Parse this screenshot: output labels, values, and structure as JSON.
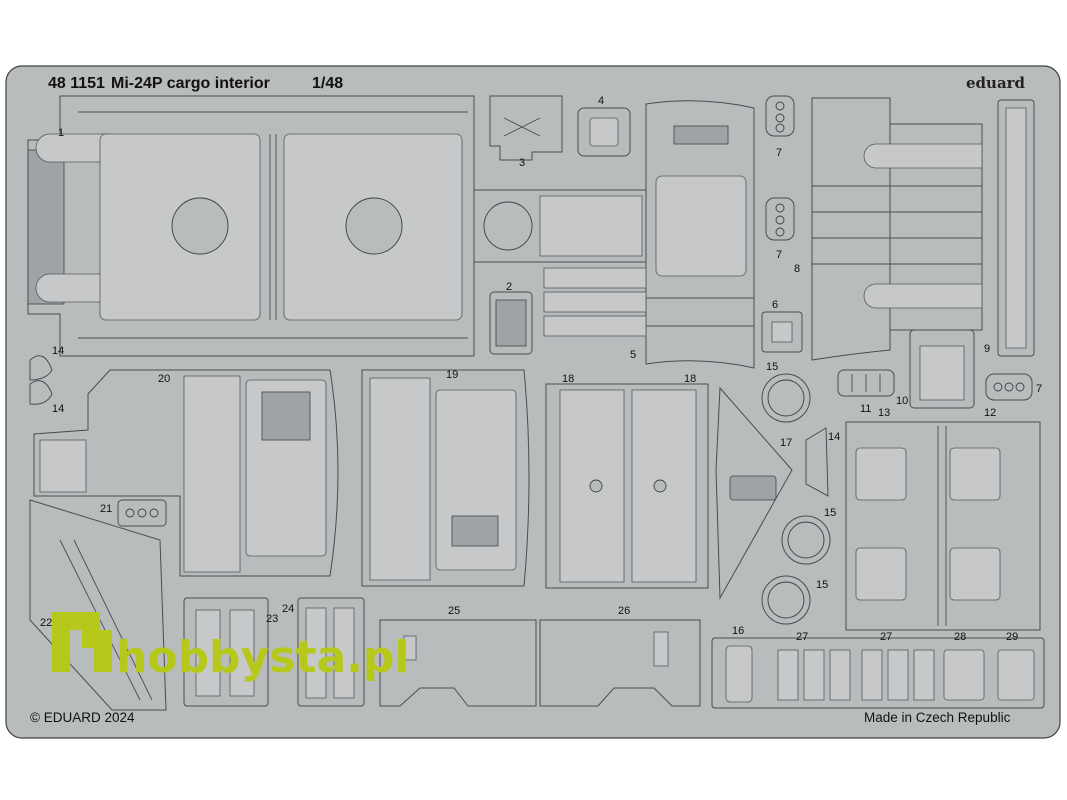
{
  "header": {
    "product_code": "48 1151",
    "title": "Mi-24P cargo interior",
    "scale": "1/48"
  },
  "brand": "eduard",
  "footer": {
    "copyright": "© EDUARD 2024",
    "origin": "Made in Czech Republic"
  },
  "watermark": {
    "text": "hobbysta.pl",
    "color": "#b6c81a"
  },
  "colors": {
    "fret": "#b9bcbd",
    "outline": "#4a4d4f"
  },
  "part_numbers": {
    "p1": "1",
    "p2": "2",
    "p3": "3",
    "p4": "4",
    "p5": "5",
    "p6": "6",
    "p7a": "7",
    "p7b": "7",
    "p7c": "7",
    "p8": "8",
    "p9": "9",
    "p10": "10",
    "p11": "11",
    "p12": "12",
    "p13": "13",
    "p14a": "14",
    "p14b": "14",
    "p14c": "14",
    "p15a": "15",
    "p15b": "15",
    "p15c": "15",
    "p16": "16",
    "p17": "17",
    "p18a": "18",
    "p18b": "18",
    "p19": "19",
    "p20": "20",
    "p21": "21",
    "p22": "22",
    "p23": "23",
    "p24": "24",
    "p25": "25",
    "p26": "26",
    "p27a": "27",
    "p27b": "27",
    "p28": "28",
    "p29": "29"
  }
}
